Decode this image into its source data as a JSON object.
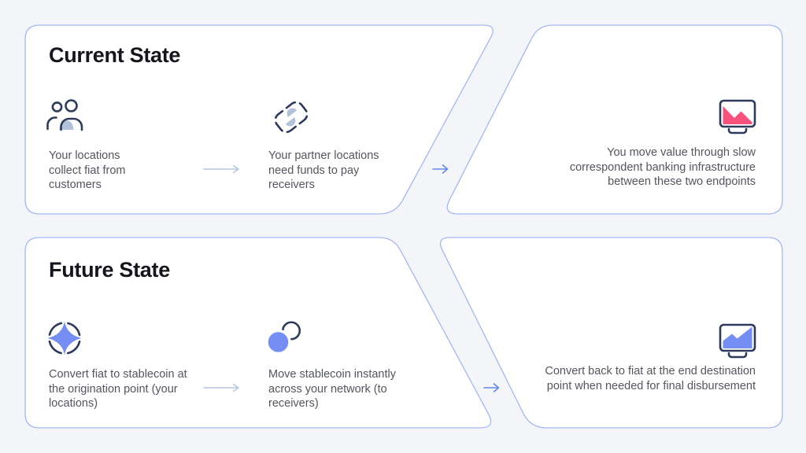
{
  "current": {
    "title": "Current State",
    "steps": [
      {
        "icon": "users-icon",
        "text": "Your locations collect fiat from customers"
      },
      {
        "icon": "cash-icon",
        "text": "Your partner locations need funds to pay receivers"
      }
    ],
    "result": {
      "icon": "chart-down-monitor-icon",
      "text": "You move value through slow correspondent banking infrastructure between these two endpoints"
    }
  },
  "future": {
    "title": "Future State",
    "steps": [
      {
        "icon": "stablecoin-star-icon",
        "text": "Convert fiat to stablecoin at the origination point (your locations)"
      },
      {
        "icon": "coins-icon",
        "text": "Move stablecoin instantly across your network (to receivers)"
      }
    ],
    "result": {
      "icon": "chart-up-monitor-icon",
      "text": "Convert back to fiat at the end destination point when needed for final disbursement"
    }
  },
  "colors": {
    "background": "#f4f5f9",
    "panel_fill": "#ffffff",
    "panel_border": "#a5b7f2",
    "text_primary": "#15161b",
    "text_secondary": "#54565e",
    "icon_navy": "#2d3a5c",
    "icon_muted_blue_gray": "#b2c2d8",
    "accent_periwinkle": "#758ef4",
    "accent_pink": "#f8517c",
    "flow_arrow": "#628af0",
    "step_arrow": "#b7c7dc"
  }
}
